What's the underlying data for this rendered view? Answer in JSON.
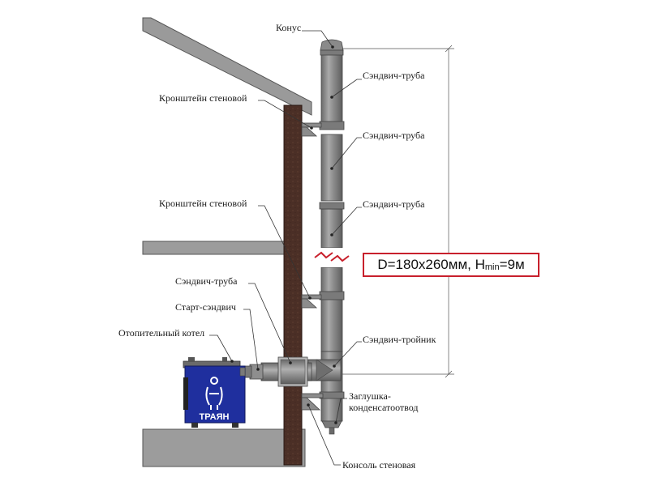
{
  "labels": {
    "cone": "Конус",
    "pipe_1": "Сэндвич-труба",
    "pipe_2": "Сэндвич-труба",
    "pipe_3": "Сэндвич-труба",
    "bracket_1": "Кронштейн стеновой",
    "bracket_2": "Кронштейн стеновой",
    "pipe_horizontal": "Сэндвич-труба",
    "start_sandwich": "Старт-сэндвич",
    "boiler": "Отопительный котел",
    "tee": "Сэндвич-тройник",
    "cap_line1": "Заглушка-",
    "cap_line2": "конденсатоотвод",
    "console": "Консоль стеновая"
  },
  "spec": {
    "main": "D=180x260мм, H",
    "sub": "min",
    "tail": "=9м"
  },
  "logo": {
    "text": "ТРАЯН"
  },
  "colors": {
    "pipe": "#8c8c8c",
    "pipe_dark": "#6e6e6e",
    "pipe_light": "#b4b4b4",
    "wall": "#4a2e24",
    "roof": "#9a9a9a",
    "boiler": "#1f2f9e",
    "spec_border": "#c8202c",
    "leader": "#333333"
  }
}
